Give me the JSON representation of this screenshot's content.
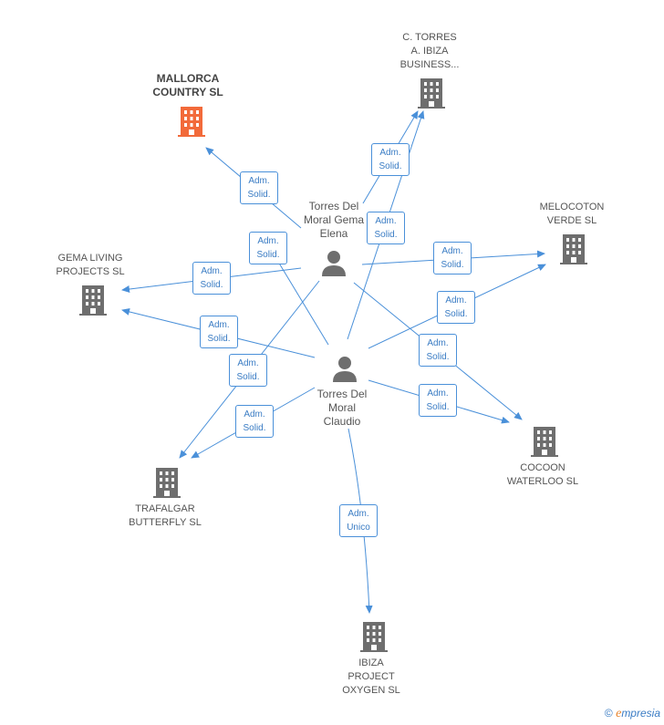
{
  "companies": {
    "mallorca": [
      "MALLORCA",
      "COUNTRY SL"
    ],
    "c_torres": [
      "C. TORRES",
      "A. IBIZA",
      "BUSINESS..."
    ],
    "melocoton": [
      "MELOCOTON",
      "VERDE SL"
    ],
    "gema": [
      "GEMA LIVING",
      "PROJECTS SL"
    ],
    "trafalgar": [
      "TRAFALGAR",
      "BUTTERFLY SL"
    ],
    "cocoon": [
      "COCOON",
      "WATERLOO SL"
    ],
    "ibiza": [
      "IBIZA",
      "PROJECT",
      "OXYGEN SL"
    ]
  },
  "persons": {
    "gema_elena": [
      "Torres Del",
      "Moral Gema",
      "Elena"
    ],
    "claudio": [
      "Torres Del",
      "Moral",
      "Claudio"
    ]
  },
  "roles": {
    "adm_solid": [
      "Adm.",
      "Solid."
    ],
    "adm_unico": [
      "Adm.",
      "Unico"
    ]
  },
  "footer": {
    "copyright": "©",
    "brand_e": "e",
    "brand_rest": "mpresia"
  },
  "colors": {
    "edge": "#4a90d9",
    "building": "#6e6e6e",
    "building_highlight": "#f26a3a",
    "person": "#6e6e6e"
  }
}
